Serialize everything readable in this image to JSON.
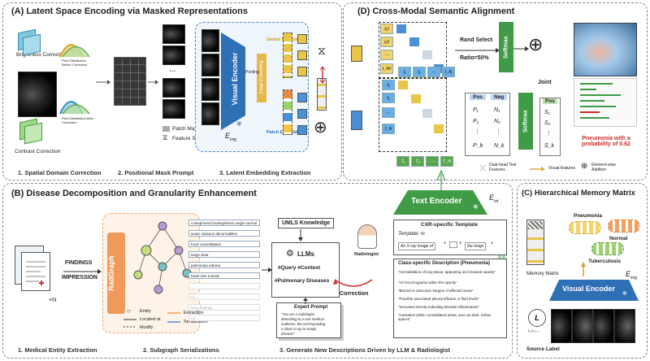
{
  "panels": {
    "a": {
      "title": "(A) Latent Space Encoding via Masked Representations",
      "brightness_correction": "Brightness Correction",
      "contrast_correction": "Contrast Correction",
      "pixel_dist_before": "Pixel Distribution Before Correction",
      "pixel_dist_after": "Pixel Distribution After Correction",
      "patch_mask": "Patch Mask",
      "feature_search": "Feature Search",
      "visual_encoder": "Visual Encoder",
      "e_img": "E",
      "e_img_sub": "img",
      "pooling": "Pooling",
      "image_embedding": "Image Embedding",
      "global_embedding": "Global Embedding",
      "patch_embedding": "Patch Embedding",
      "ellipsis": "...",
      "step1": "1. Spatial Domain Correction",
      "step2": "2. Positional Mask Prompt",
      "step3": "3. Latent Embedding Extraction"
    },
    "d": {
      "title": "(D) Cross-Modal Semantic Alignment",
      "rand_select": "Rand Select",
      "ratio": "Ratio=50%",
      "softmax1": "Softmax",
      "softmax2": "Softmax",
      "joint": "Joint",
      "pos": "Pos",
      "neg": "Neg",
      "pos_rows": [
        "P₁",
        "P₂",
        "⋮",
        "P_b"
      ],
      "neg_rows": [
        "N₁",
        "N₂",
        "⋮",
        "N_k"
      ],
      "s_rows": [
        "S₁",
        "S₂",
        "⋮",
        "S_k"
      ],
      "i_labels": [
        "I₁",
        "I₂",
        "⋯",
        "I_N"
      ],
      "t_labels": [
        "T₁",
        "T₂",
        "⋯",
        "T_N"
      ],
      "ig_labels": [
        "I₁ᵍ",
        "I₂ᵍ",
        "⋯",
        "I_Nᵍ"
      ],
      "dual_head": "Dual-head Text Features",
      "visual_features": "Visual features",
      "elementwise": "Element-wise Addition",
      "pneumonia_result": "Pneumonia with a probability of 0.62"
    },
    "b": {
      "title": "(B) Disease Decomposition and Granularity Enhancement",
      "findings": "FINDINGS",
      "impression": "IMPRESSION",
      "times_n": "×N",
      "radgraph": "RadGraph",
      "entity": "Entity",
      "located_at": "Located at",
      "modify": "Modify",
      "extraction": "Extraction",
      "serialization": "Serialization",
      "umls": "UMLS Knowledge",
      "llms": "LLMs",
      "query": "#Query #Context",
      "pulmonary": "#Pulmonary Diseases",
      "radiologist": "Radiologist",
      "correction": "Correction",
      "expert_prompt": "Expert Prompt",
      "expert_lines": [
        "\"You are a radiologist",
        "describing to a non-medical",
        "audience, the corresponding",
        "a chest X-ray to simply",
        "disease\""
      ],
      "text_encoder": "Text Encoder",
      "e_txt": "E",
      "e_txt_sub": "txt",
      "cxr_template": "CXR-specific Template",
      "template_m": "Template: m",
      "template_prefix": "An X-ray image of",
      "template_suffix": "the lungs",
      "class_specific": "Class-specific Description (Pneumonia)",
      "descriptions": [
        "\"Consolidation of lung tissue, appearing as increased opacity\"",
        "\"Air bronchograms within the opacity\"",
        "\"Blurred or obscured margins of affected areas\"",
        "\"Possible associated pleural effusion or fluid levels\"",
        "\"Increased density indicating alveolar inflammation\"",
        "\"Cavitation within consolidated areas, seen as dark, hollow spaces\""
      ],
      "graph_items": [
        "costophrenic/cardiophrenic angle normal",
        "acute osseous abnormalities",
        "focal consolidation",
        "lungs clear",
        "pulmonary edema",
        "heart size normal",
        "...",
        "no ...",
        "bony findings ...",
        "no ...",
        "..."
      ],
      "step1": "1. Medical Entity Extraction",
      "step2": "2. Subgraph Serializations",
      "step3": "3. Generate New Descriptions Driven by LLM & Radiologist"
    },
    "c": {
      "title": "(C) Hierarchical Memory Matrix",
      "pneumonia": "Pneumonia",
      "normal": "Normal",
      "tuberculosis": "Tuberculosis",
      "memory_matrix": "Memory Matrix",
      "visual_encoder": "Visual Encoder",
      "e_img": "E",
      "e_img_sub": "img",
      "source_label": "Source Label",
      "l_label": "L",
      "l_sub": "L₁,L₂,..."
    }
  },
  "colors": {
    "blue": "#2f6fb5",
    "green": "#3f9b46",
    "yellow": "#e8c547",
    "orange": "#e98a3c",
    "red": "#d32a2a"
  }
}
